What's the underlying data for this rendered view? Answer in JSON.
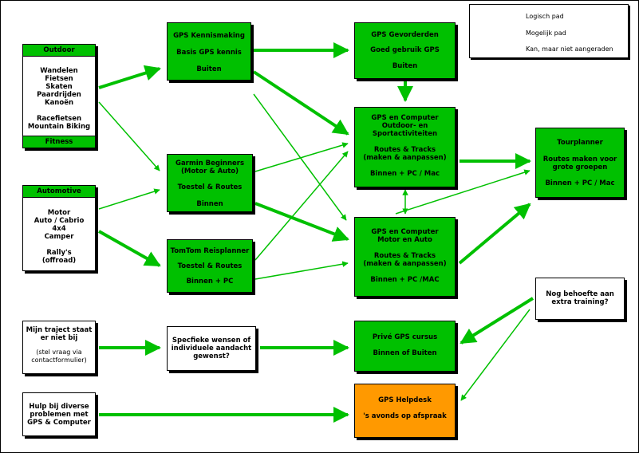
{
  "legend": {
    "logisch": "Logisch pad",
    "mogelijk": "Mogelijk pad",
    "kan": "Kan, maar niet aangeraden"
  },
  "outdoor": {
    "title": "Outdoor",
    "items": [
      "Wandelen",
      "Fietsen",
      "Skaten",
      "Paardrijden",
      "Kanoën",
      "",
      "Racefietsen",
      "Mountain Biking"
    ],
    "footer": "Fitness"
  },
  "automotive": {
    "title": "Automotive",
    "items": [
      "Motor",
      "Auto / Cabrio",
      "4x4",
      "Camper",
      "",
      "Rally's",
      "(offroad)"
    ]
  },
  "traject": {
    "line1": "Mijn traject staat",
    "line2": "er niet bij",
    "note1": "(stel vraag via",
    "note2": "contactformulier)"
  },
  "hulp": {
    "lines": [
      "Hulp bij diverse",
      "problemen met",
      "GPS & Computer"
    ]
  },
  "kennismaking": {
    "title": "GPS Kennismaking",
    "sub": "Basis GPS kennis",
    "where": "Buiten"
  },
  "garmin": {
    "title1": "Garmin Beginners",
    "title2": "(Motor & Auto)",
    "sub": "Toestel & Routes",
    "where": "Binnen"
  },
  "tomtom": {
    "title": "TomTom Reisplanner",
    "sub": "Toestel & Routes",
    "where": "Binnen + PC"
  },
  "wensen": {
    "lines": [
      "Specfieke wensen of",
      "individuele aandacht",
      "gewenst?"
    ]
  },
  "gevorderden": {
    "title": "GPS Gevorderden",
    "sub": "Goed gebruik GPS",
    "where": "Buiten"
  },
  "computer_outdoor": {
    "lines": [
      "GPS en Computer",
      "Outdoor- en",
      "Sportactiviteiten"
    ],
    "routes": [
      "Routes & Tracks",
      "(maken & aanpassen)"
    ],
    "where": "Binnen + PC / Mac"
  },
  "computer_motor": {
    "lines": [
      "GPS en Computer",
      "Motor en Auto"
    ],
    "routes": [
      "Routes & Tracks",
      "(maken & aanpassen)"
    ],
    "where": "Binnen + PC /MAC"
  },
  "prive": {
    "title": "Privé GPS cursus",
    "where": "Binnen of Buiten"
  },
  "helpdesk": {
    "title": "GPS Helpdesk",
    "sub": "'s avonds op afspraak"
  },
  "tourplanner": {
    "title": "Tourplanner",
    "sub1": "Routes maken voor",
    "sub2": "grote groepen",
    "where": "Binnen + PC / Mac"
  },
  "behoefte": {
    "lines": [
      "Nog behoefte aan",
      "extra training?"
    ]
  },
  "colors": {
    "green": "#00c000",
    "orange": "#ff9900",
    "legend_yellow": "#ffc000"
  }
}
